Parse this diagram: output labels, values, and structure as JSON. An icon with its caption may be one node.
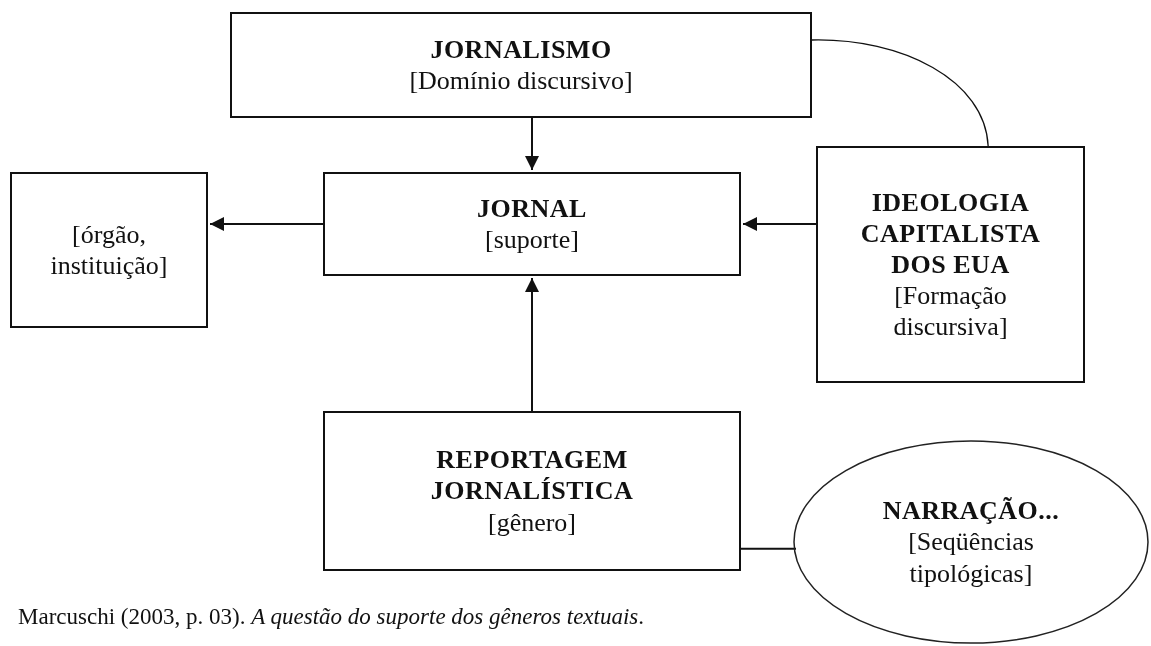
{
  "diagram": {
    "caption": "Marcuschi (2003, p. 03). *A questão do suporte dos gêneros textuais*.",
    "nodes": [
      {
        "text": [
          "JORNALISMO",
          "[Domínio discursivo]"
        ]
      },
      {
        "text": [
          "JORNAL",
          "[suporte]"
        ]
      },
      {
        "text": [
          "[órgão, instituição]"
        ]
      },
      {
        "text": [
          "IDEOLOGIA CAPITALISTA DOS EUA",
          "[Formação discursiva]"
        ]
      },
      {
        "text": [
          "REPORTAGEM JORNALÍSTICA",
          "[gênero]"
        ]
      },
      {
        "text": [
          "NARRAÇÃO...",
          "[Seqüências tipológicas]"
        ]
      }
    ],
    "edges": [
      {
        "from": 0,
        "to": 1,
        "arrow": "to"
      },
      {
        "from": 1,
        "to": 2,
        "arrow": "to"
      },
      {
        "from": 3,
        "to": 1,
        "arrow": "to"
      },
      {
        "from": 4,
        "to": 1,
        "arrow": "to"
      },
      {
        "from": 4,
        "to": 5,
        "arrow": "none"
      },
      {
        "from": 0,
        "to": 3,
        "arrow": "none"
      }
    ]
  }
}
